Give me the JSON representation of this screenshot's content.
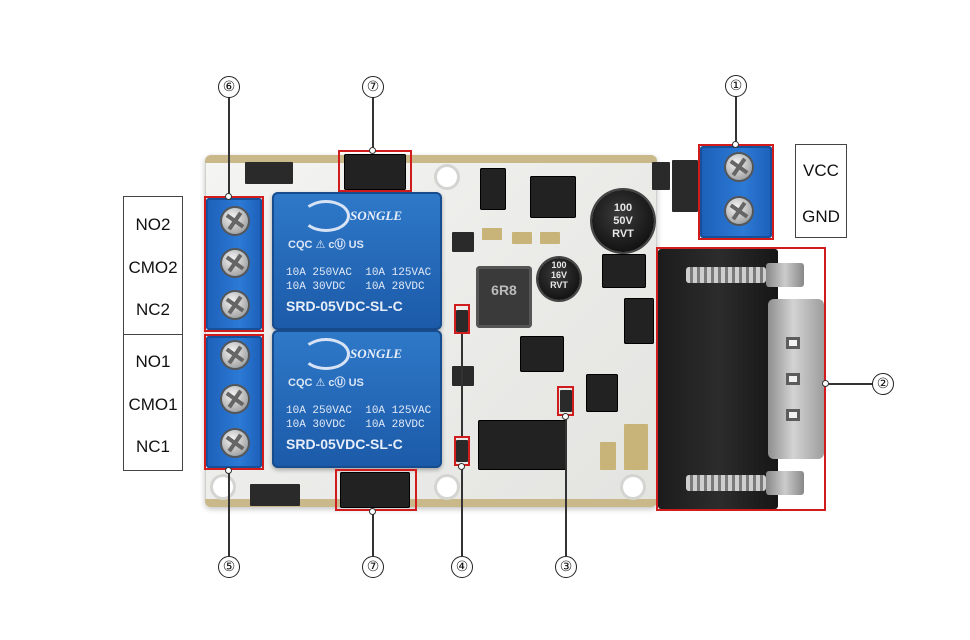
{
  "colors": {
    "callout": "#d01c1c",
    "relay_blue": "#2f79c9",
    "terminal_blue": "#2c7ad6",
    "board": "#eeeeec"
  },
  "relay": {
    "brand": "SONGLE",
    "certs": "CQC  ⚠  cⓊ US",
    "rating": "10A 250VAC  10A 125VAC\n10A 30VDC   10A 28VDC",
    "model": "SRD-05VDC-SL-C"
  },
  "capacitor_large": {
    "line1": "100",
    "line2": "50V",
    "line3": "RVT"
  },
  "capacitor_small": {
    "line1": "100",
    "line2": "16V",
    "line3": "RVT"
  },
  "inductor": {
    "marking": "6R8"
  },
  "markers": {
    "m1": "①",
    "m2": "②",
    "m3": "③",
    "m4": "④",
    "m5": "⑤",
    "m6": "⑥",
    "m7_top": "⑦",
    "m7_bottom": "⑦"
  },
  "power_labels": [
    "VCC",
    "GND"
  ],
  "relay2_labels": [
    "NO2",
    "CMO2",
    "NC2"
  ],
  "relay1_labels": [
    "NO1",
    "CMO1",
    "NC1"
  ]
}
